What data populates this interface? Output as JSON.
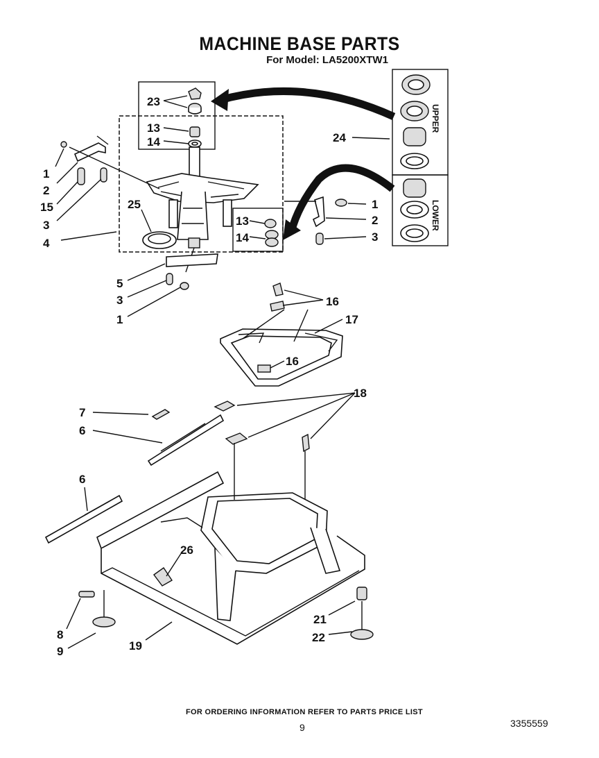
{
  "header": {
    "title": "MACHINE BASE PARTS",
    "model_line": "For Model: LA5200XTW1"
  },
  "footer": {
    "ordering_note": "FOR ORDERING INFORMATION REFER TO PARTS PRICE LIST",
    "page_number": "9",
    "doc_number": "3355559"
  },
  "kit_box": {
    "upper_label": "UPPER",
    "lower_label": "LOWER"
  },
  "callouts": {
    "c23": "23",
    "c13a": "13",
    "c14a": "14",
    "c1a": "1",
    "c2a": "2",
    "c15": "15",
    "c3a": "3",
    "c4": "4",
    "c25": "25",
    "c24": "24",
    "c1b": "1",
    "c2b": "2",
    "c3b": "3",
    "c13b": "13",
    "c14b": "14",
    "c5": "5",
    "c3c": "3",
    "c1c": "1",
    "c16a": "16",
    "c17": "17",
    "c16b": "16",
    "c7": "7",
    "c6a": "6",
    "c18": "18",
    "c6b": "6",
    "c26": "26",
    "c8": "8",
    "c9": "9",
    "c19": "19",
    "c21": "21",
    "c22": "22"
  }
}
